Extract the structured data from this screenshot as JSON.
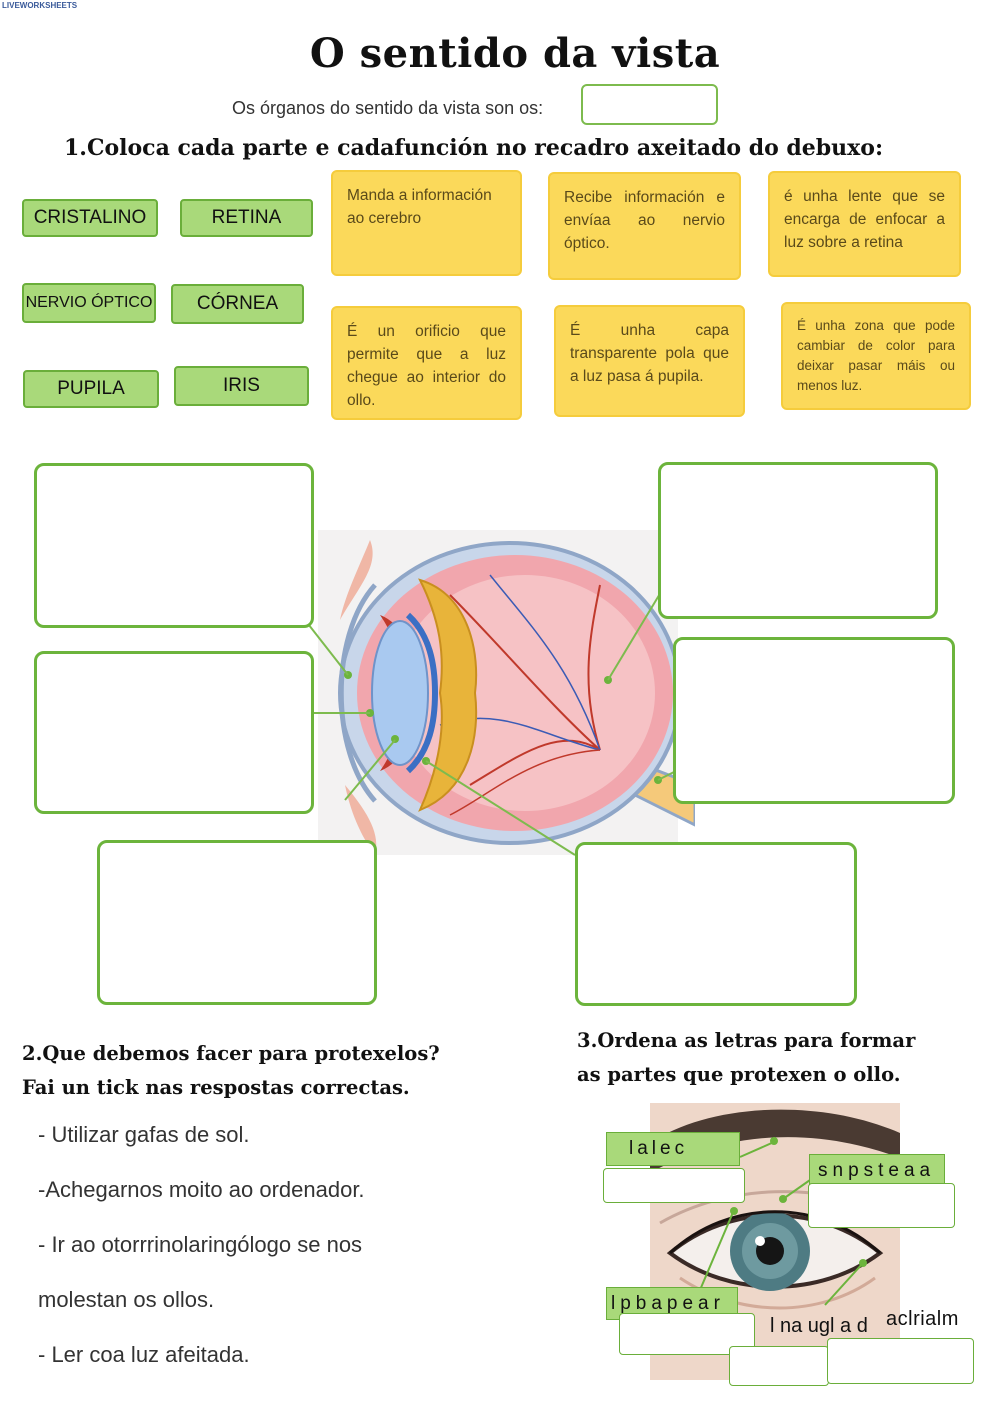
{
  "watermark": "LIVEWORKSHEETS",
  "title": "O sentido da vista",
  "subtitle": "Os órganos do sentido da vista son os:",
  "section1": {
    "heading": "1.Coloca cada parte e cadafunción no recadro axeitado do debuxo:",
    "parts": [
      "CRISTALINO",
      "RETINA",
      "NERVIO ÓPTICO",
      "CÓRNEA",
      "PUPILA",
      "IRIS"
    ],
    "functions": [
      "Manda a información ao cerebro",
      "Recibe información e envíaa ao nervio óptico.",
      "é unha lente que se encarga de enfocar a luz sobre a retina",
      "É un orificio que permite que a luz chegue ao interior do ollo.",
      "É unha capa transparente pola que a luz pasa á pupila.",
      "É unha zona que pode cambiar de color para deixar pasar máis ou menos luz."
    ]
  },
  "section2": {
    "heading_line1": "2.Que debemos facer para protexelos?",
    "heading_line2": "Fai un tick nas respostas correctas.",
    "items": [
      "- Utilizar gafas de sol.",
      "-Achegarnos moito ao ordenador.",
      "- Ir ao otorrrinolaringólogo se nos",
      "molestan os ollos.",
      "- Ler coa luz afeitada."
    ]
  },
  "section3": {
    "heading_line1": "3.Ordena as letras para formar",
    "heading_line2": "as partes que protexen o ollo.",
    "scrambles": [
      "lalec",
      "snpsteaa",
      "lpbapear",
      "l na ugl a d",
      "aclrialm"
    ]
  },
  "colors": {
    "chip_green": "#a9d97a",
    "box_green": "#6cb43c",
    "card_yellow": "#fbd95a"
  }
}
